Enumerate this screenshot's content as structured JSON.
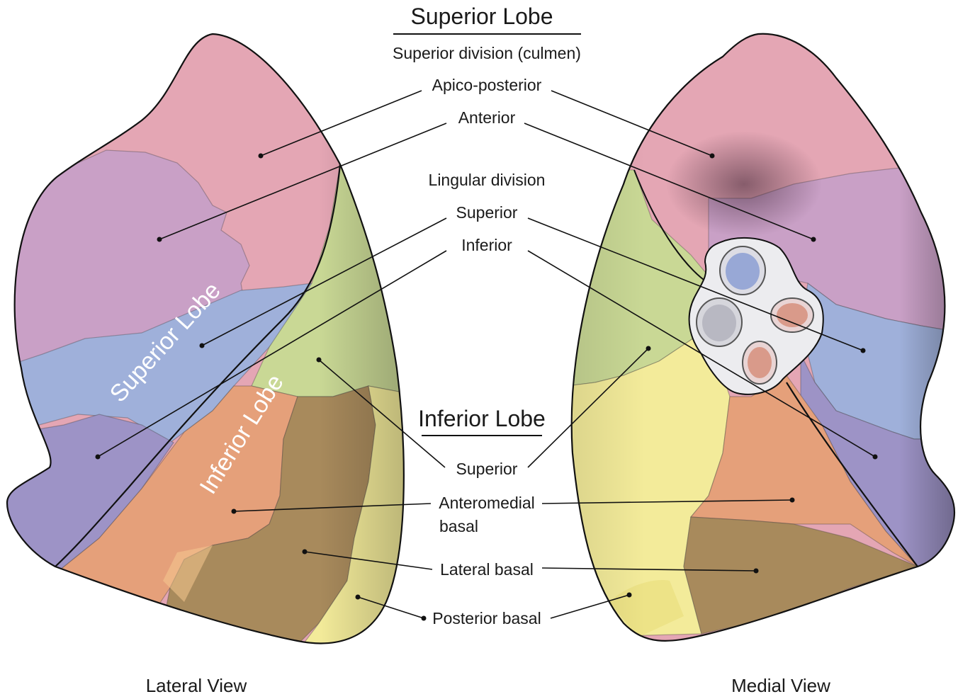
{
  "headings": {
    "superior_lobe": "Superior Lobe",
    "superior_division": "Superior division (culmen)",
    "lingular_division": "Lingular division",
    "inferior_lobe": "Inferior Lobe"
  },
  "segments": {
    "apico_posterior": "Apico-posterior",
    "anterior": "Anterior",
    "lingular_superior": "Superior",
    "lingular_inferior": "Inferior",
    "inferior_superior": "Superior",
    "anteromedial_line1": "Anteromedial",
    "anteromedial_line2": "basal",
    "lateral_basal": "Lateral basal",
    "posterior_basal": "Posterior basal"
  },
  "lobe_labels": {
    "superior": "Superior  Lobe",
    "inferior": "Inferior Lobe"
  },
  "views": {
    "lateral": "Lateral View",
    "medial": "Medial View"
  },
  "colors": {
    "apico_posterior": "#e4a6b4",
    "anterior": "#c9a0c6",
    "lingular_superior": "#9fb0da",
    "lingular_inferior": "#9d93c6",
    "inferior_superior": "#c9d895",
    "anteromedial_basal": "#e5a07a",
    "lateral_basal": "#a88a5c",
    "posterior_basal": "#f3eb9a"
  }
}
